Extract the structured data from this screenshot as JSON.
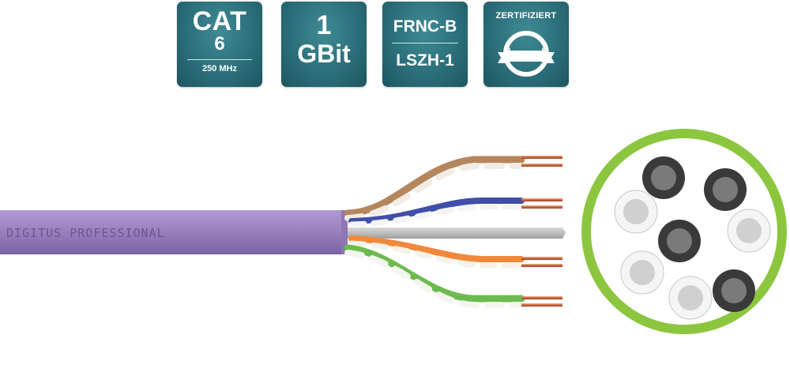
{
  "badges": {
    "category": {
      "title": "CAT",
      "value": "6",
      "frequency": "250 MHz"
    },
    "speed": {
      "value": "1",
      "unit": "GBit"
    },
    "fire": {
      "line1": "FRNC-B",
      "line2": "LSZH-1"
    },
    "certified": {
      "label": "ZERTIFIZIERT",
      "icon": "certificate-seal-icon"
    }
  },
  "cable": {
    "jacket_print": "DIGITUS PROFESSIONAL",
    "jacket_color": "#9a82c0",
    "pair_colors": [
      "#b5865e",
      "#3f4faa",
      "#f0893a",
      "#6dbb4e"
    ]
  },
  "cross_section": {
    "ring_color": "#8cc63f",
    "conductor_count": 8
  }
}
